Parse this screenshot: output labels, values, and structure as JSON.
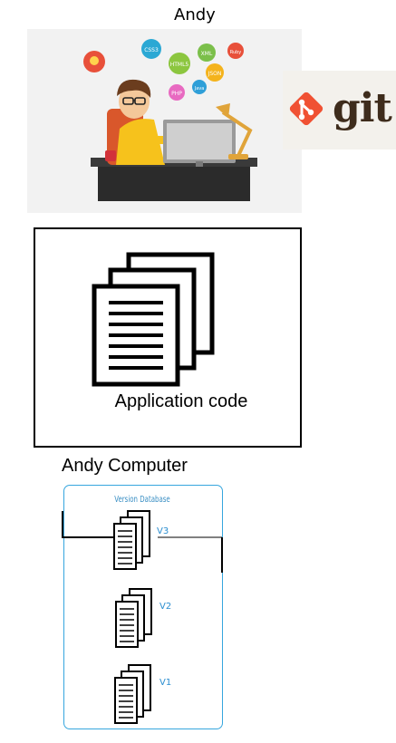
{
  "developer": {
    "name": "Andy",
    "tech_badges": [
      "CSS3",
      "HTML5",
      "XML",
      "JSON",
      "PHP",
      "Java",
      "Ruby"
    ]
  },
  "git_logo": {
    "text": "git",
    "color": "#f05133",
    "text_color": "#3e2c1c"
  },
  "application": {
    "label": "Application code"
  },
  "computer": {
    "label": "Andy Computer",
    "database_label": "Version Database",
    "versions": [
      "V3",
      "V2",
      "V1"
    ],
    "accent": "#36a6de"
  }
}
